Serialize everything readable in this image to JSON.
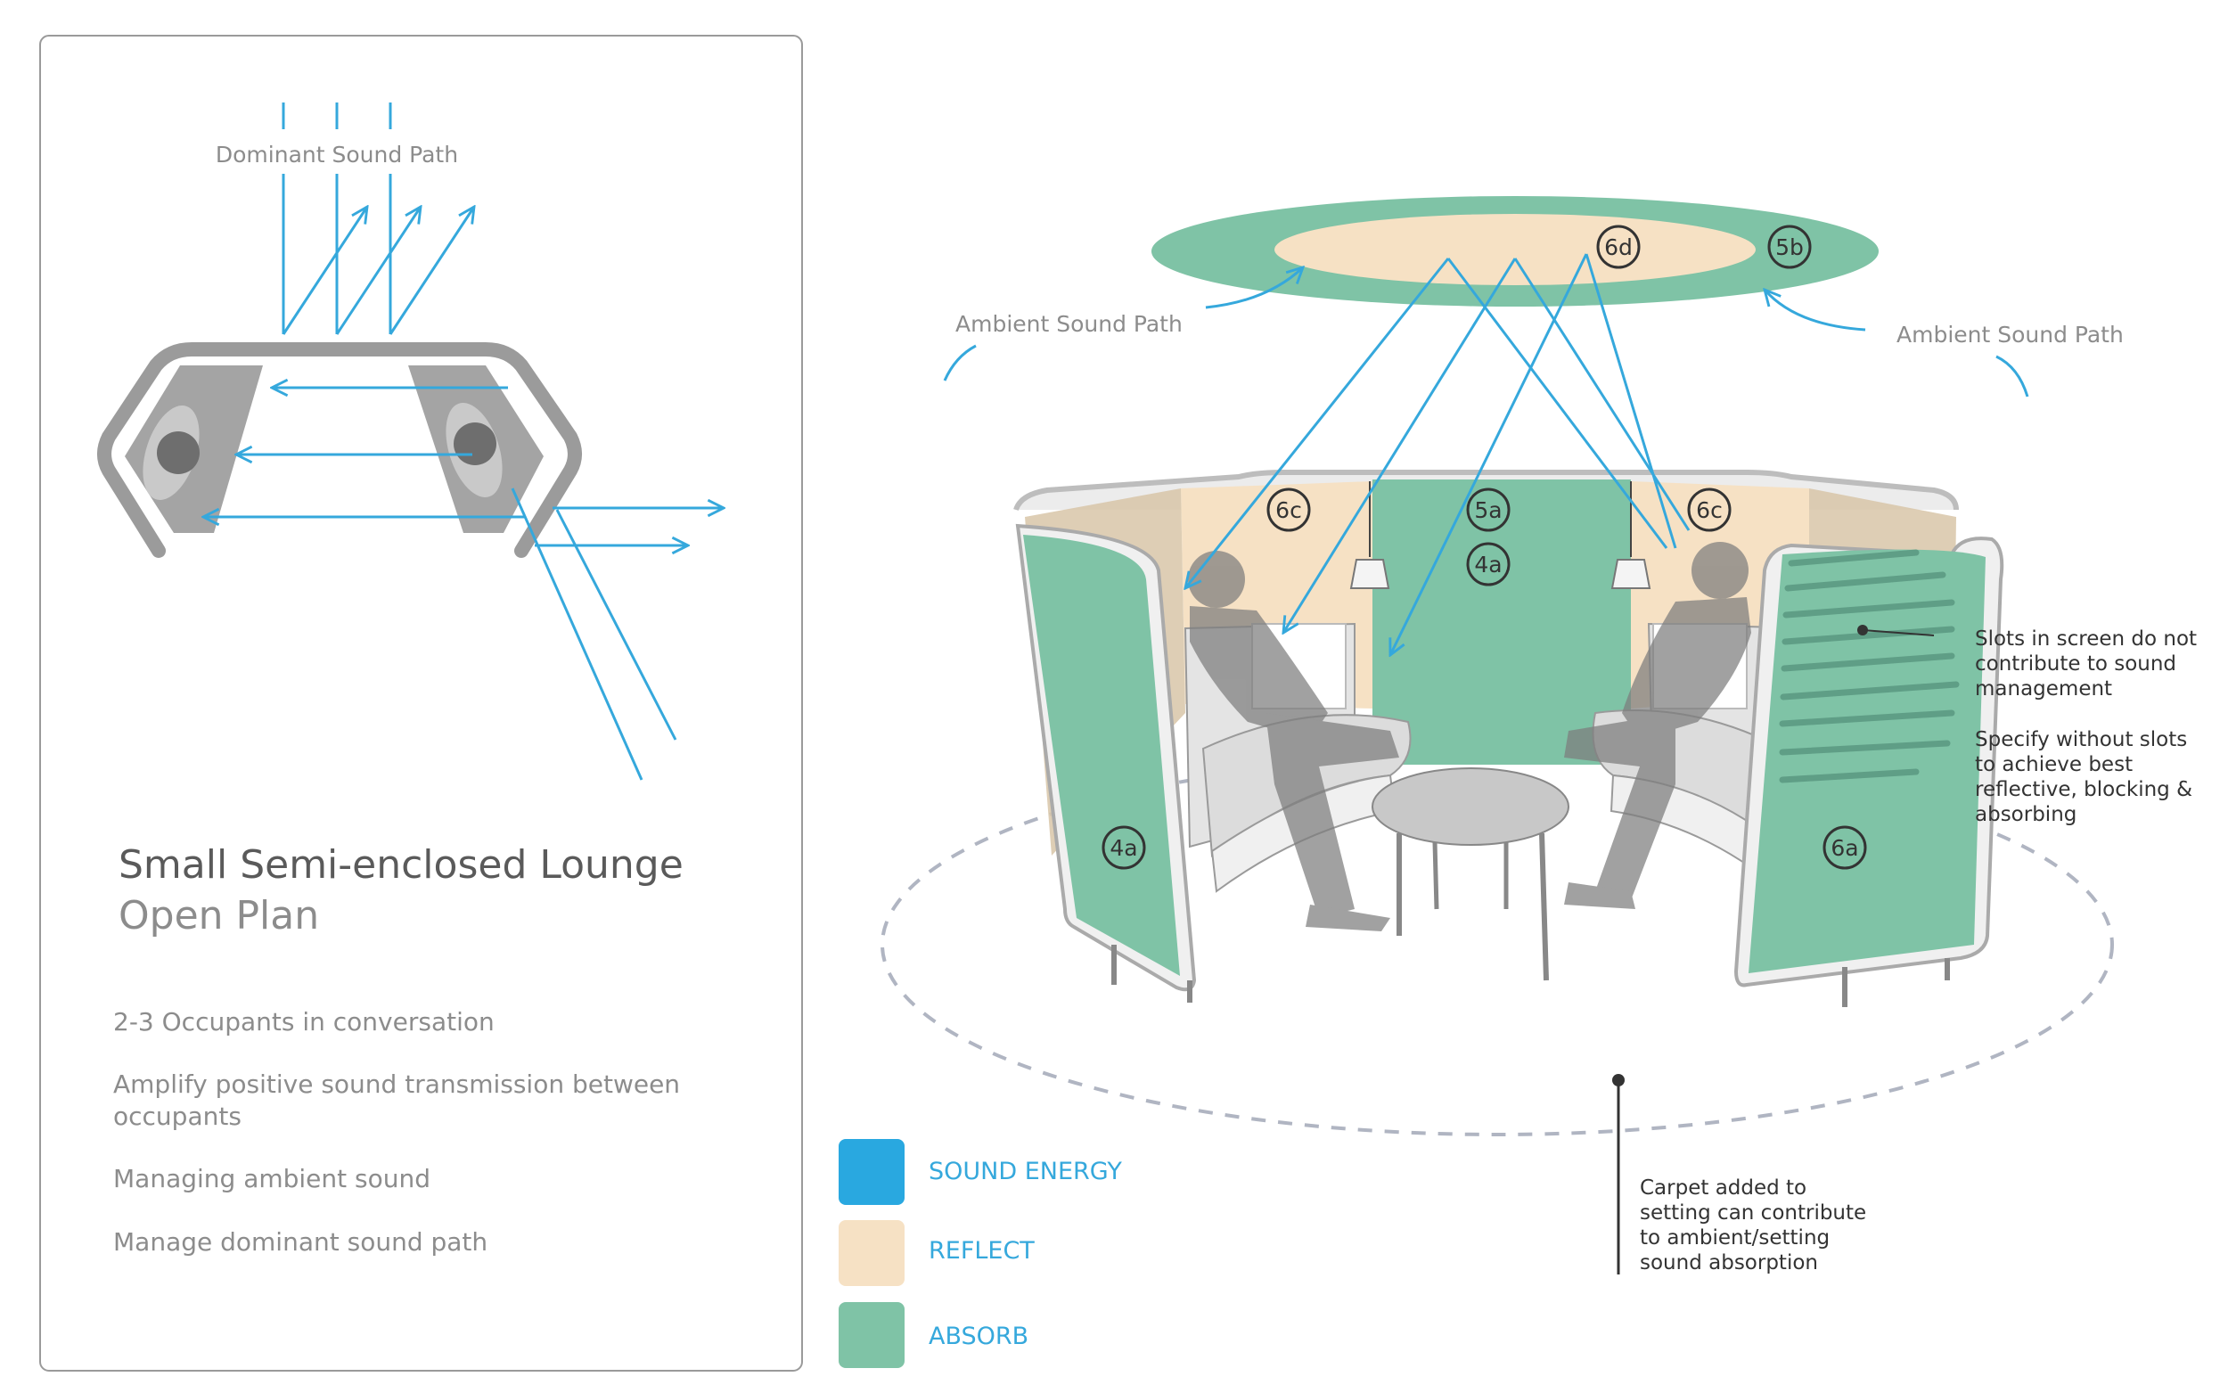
{
  "left_panel": {
    "dominant_label": "Dominant Sound Path",
    "title_line1": "Small Semi-enclosed Lounge",
    "title_line2": "Open Plan",
    "bullets": [
      "2-3 Occupants in conversation",
      "Amplify positive sound transmission between",
      "occupants",
      "Managing ambient sound",
      "Manage dominant sound path"
    ]
  },
  "ambient_left": "Ambient Sound Path",
  "ambient_right": "Ambient Sound Path",
  "tags": {
    "ceiling_6d": "6d",
    "ceiling_5b": "5b",
    "left_6c": "6c",
    "back_5a": "5a",
    "back_4a": "4a",
    "right_6c": "6c",
    "left_4a": "4a",
    "right_6a": "6a"
  },
  "notes": {
    "slots": [
      "Slots in screen do not",
      "contribute to sound",
      "management"
    ],
    "specify": [
      "Specify without slots",
      "to achieve best",
      "reflective, blocking &",
      "absorbing"
    ],
    "carpet": [
      "Carpet added to",
      "setting can contribute",
      "to ambient/setting",
      "sound absorption"
    ]
  },
  "legend": [
    {
      "label": "SOUND ENERGY",
      "color": "#29a8e0"
    },
    {
      "label": "REFLECT",
      "color": "#f6e1c4"
    },
    {
      "label": "ABSORB",
      "color": "#7fc3a6"
    }
  ],
  "colors": {
    "sound": "#35a8dc",
    "reflect": "#f6e1c4",
    "absorb": "#7fc3a6",
    "panel_grey": "#9b9b9b",
    "text_grey": "#8c8c8c"
  }
}
